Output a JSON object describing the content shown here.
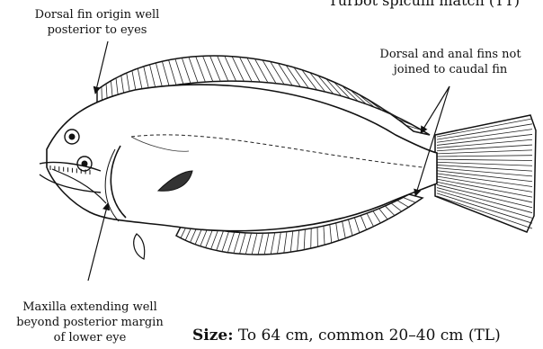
{
  "header": {
    "title_fragment": "Turbot spiculii match (TT)"
  },
  "annotations": {
    "dorsal_origin": [
      "Dorsal fin origin well",
      "posterior to eyes"
    ],
    "dorsal_anal_caudal": [
      "Dorsal and anal fins not",
      "joined to caudal fin"
    ],
    "maxilla": [
      "Maxilla extending well",
      "beyond posterior margin",
      "of lower eye"
    ]
  },
  "size": {
    "label": "Size:",
    "text": "To 64 cm, common 20–40 cm (TL)"
  }
}
